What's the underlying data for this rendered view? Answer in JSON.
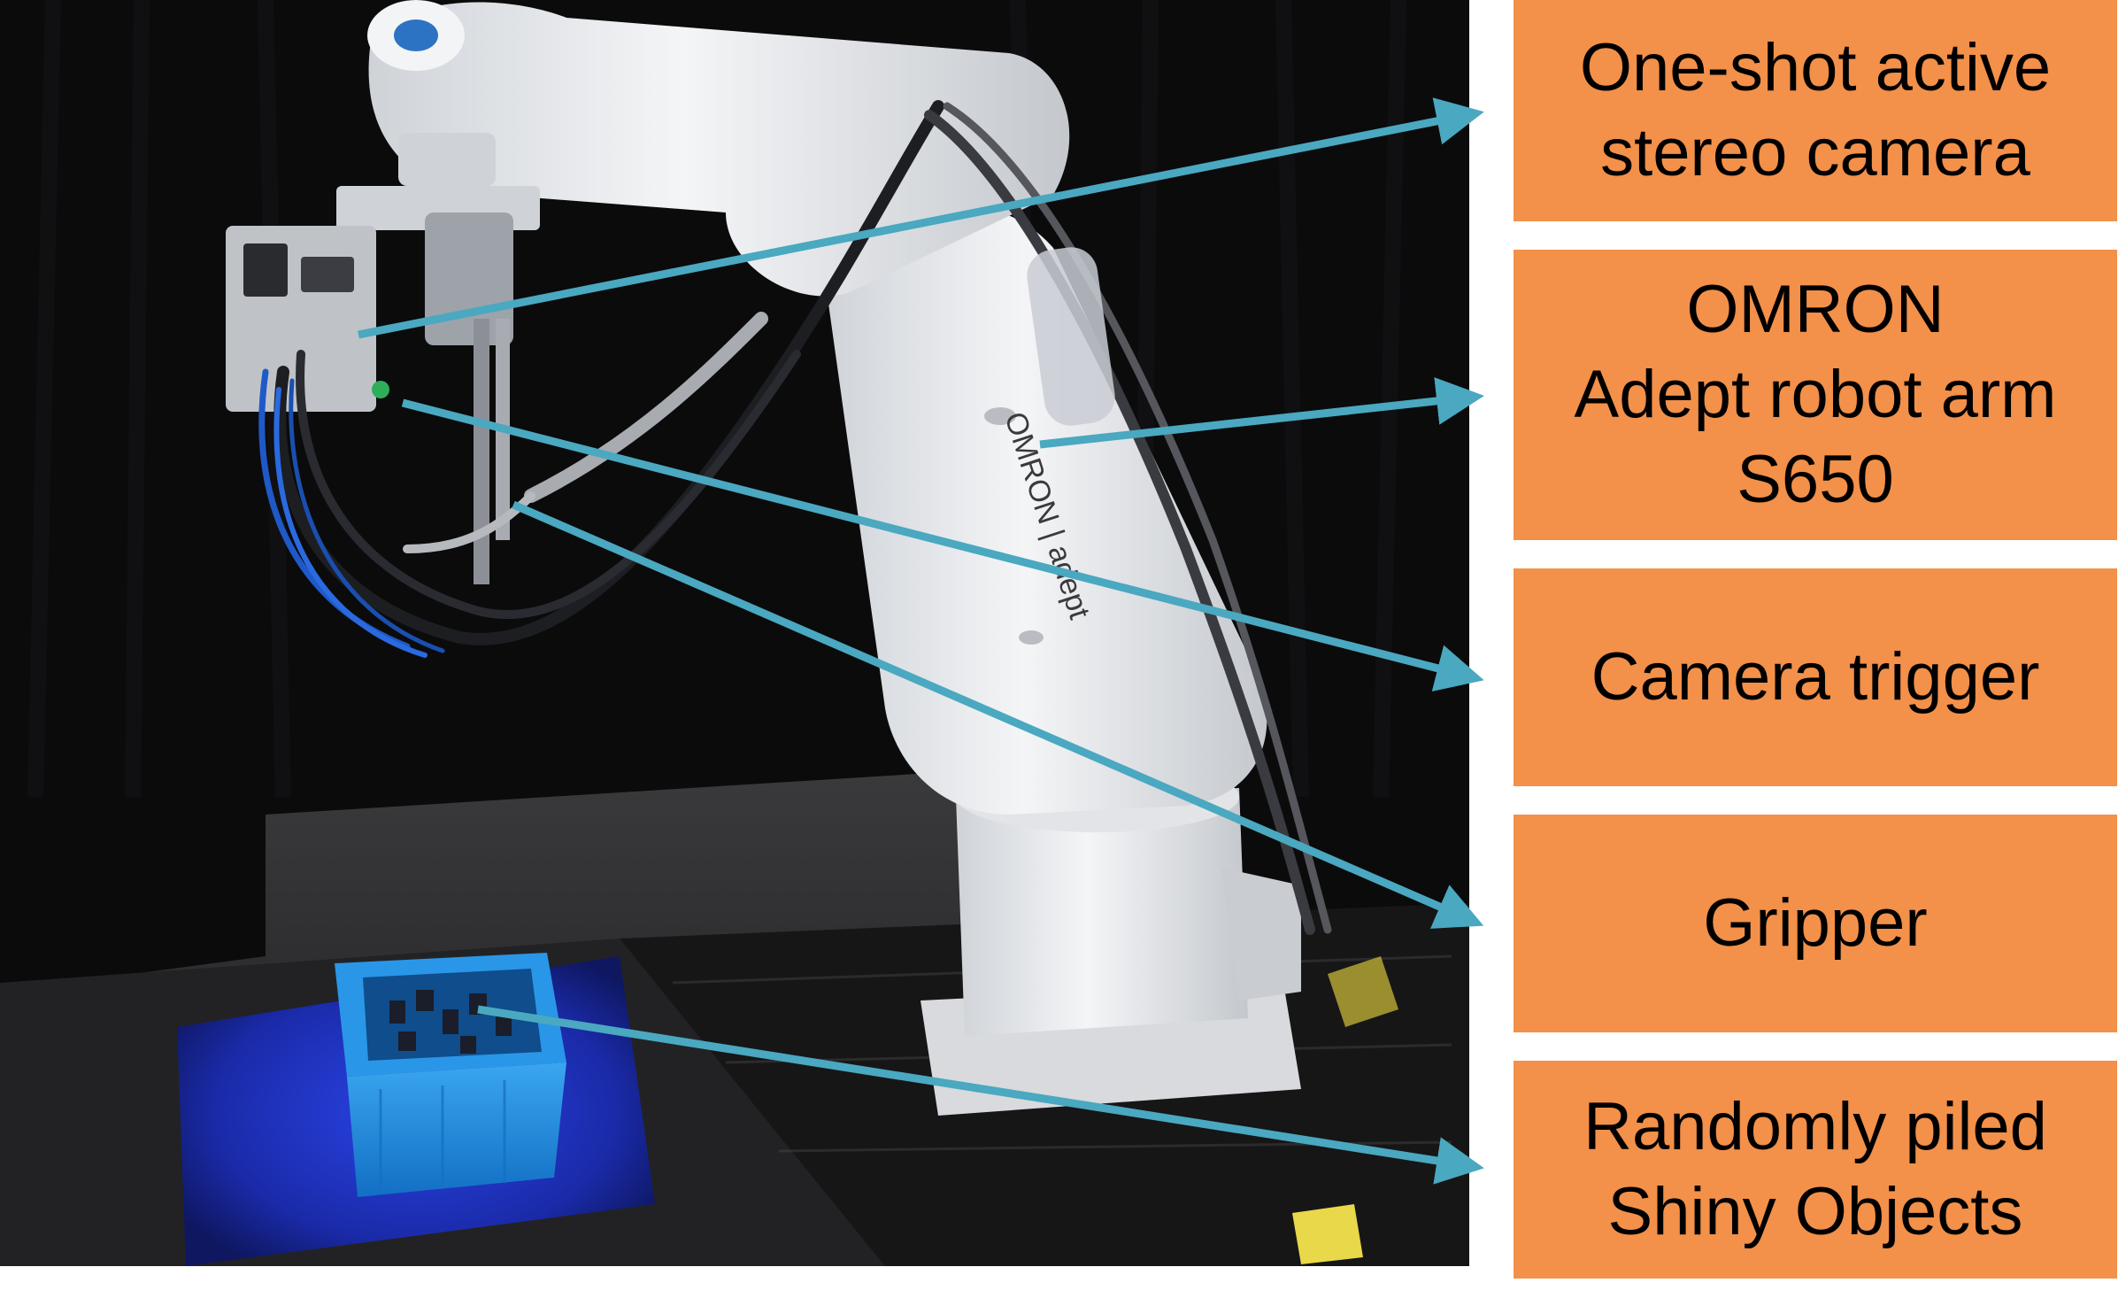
{
  "labels": {
    "camera": "One-shot active\nstereo camera",
    "robot": "OMRON\nAdept robot arm\nS650",
    "trigger": "Camera trigger",
    "gripper": "Gripper",
    "objects": "Randomly piled\nShiny Objects"
  },
  "photo": {
    "arm_brand_text": "OMRON | adept"
  },
  "colors": {
    "label_fill": "#f39049",
    "arrow": "#4aa8c0",
    "background": "#ffffff",
    "photo_background": "#0b0b0c",
    "bin": "#1f8fe0",
    "blue_light": "#2236c8",
    "robot_body": "#e9ebee"
  }
}
